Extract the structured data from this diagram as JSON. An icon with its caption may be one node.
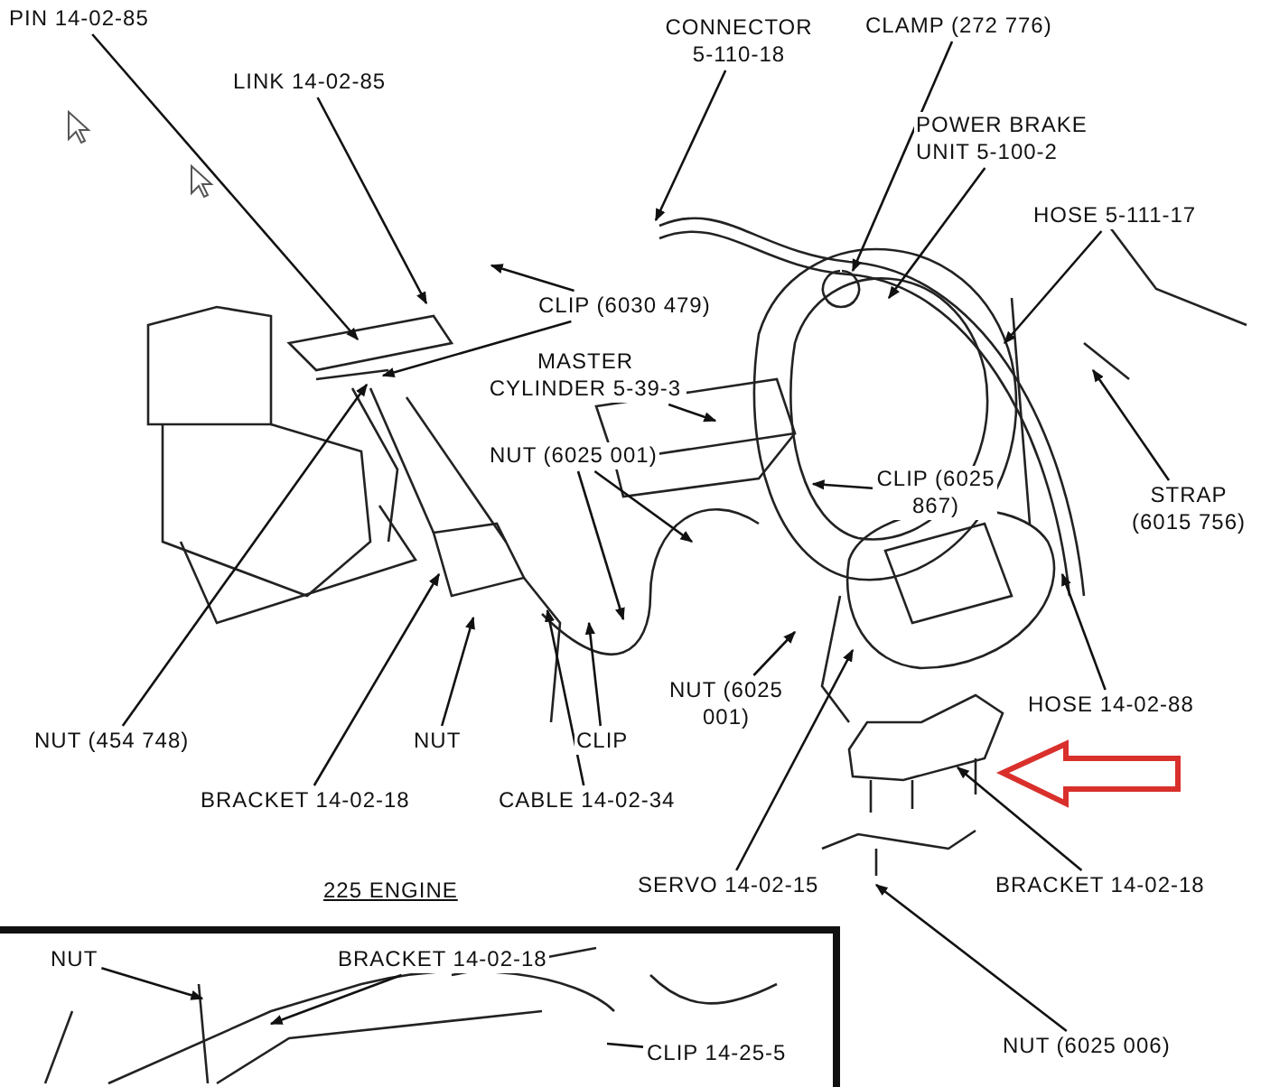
{
  "diagram": {
    "nodes": [
      {
        "text": [
          "PIN 14-02-85"
        ]
      },
      {
        "text": [
          "LINK 14-02-85"
        ]
      },
      {
        "text": [
          "CONNECTOR 5-110-18"
        ]
      },
      {
        "text": [
          "CLAMP (272 776)"
        ]
      },
      {
        "text": [
          "POWER BRAKE UNIT 5-100-2"
        ]
      },
      {
        "text": [
          "HOSE 5-111-17"
        ]
      },
      {
        "text": [
          "CLIP (6030 479)"
        ]
      },
      {
        "text": [
          "MASTER CYLINDER 5-39-3"
        ]
      },
      {
        "text": [
          "NUT (6025 001)"
        ]
      },
      {
        "text": [
          "CLIP (6025 867)"
        ]
      },
      {
        "text": [
          "STRAP (6015 756)"
        ]
      },
      {
        "text": [
          "HOSE 14-02-88"
        ]
      },
      {
        "text": [
          "NUT (6025 001)"
        ]
      },
      {
        "text": [
          "NUT (454 748)"
        ]
      },
      {
        "text": [
          "NUT"
        ]
      },
      {
        "text": [
          "CLIP"
        ]
      },
      {
        "text": [
          "BRACKET 14-02-18"
        ]
      },
      {
        "text": [
          "CABLE 14-02-34"
        ]
      },
      {
        "text": [
          "SERVO 14-02-15"
        ]
      },
      {
        "text": [
          "BRACKET 14-02-18"
        ]
      },
      {
        "text": [
          "225 ENGINE"
        ]
      },
      {
        "text": [],
        "shape": "box"
      },
      {
        "text": [
          "NUT"
        ],
        "in": 21
      },
      {
        "text": [
          "BRACKET 14-02-18"
        ],
        "in": 21
      },
      {
        "text": [
          "CLIP 14-25-5"
        ],
        "in": 21
      },
      {
        "text": [
          "NUT (6025 006)"
        ]
      }
    ],
    "edges": [
      {
        "from": 0,
        "to": null,
        "arrow": "to"
      },
      {
        "from": 1,
        "to": null,
        "arrow": "to"
      },
      {
        "from": 2,
        "to": null,
        "arrow": "to"
      },
      {
        "from": 3,
        "to": null,
        "arrow": "to"
      },
      {
        "from": 4,
        "to": null,
        "arrow": "to"
      },
      {
        "from": 5,
        "to": null,
        "arrow": "to"
      },
      {
        "from": 6,
        "to": null,
        "arrow": "to"
      },
      {
        "from": 6,
        "to": null,
        "arrow": "to"
      },
      {
        "from": 7,
        "to": null,
        "arrow": "to"
      },
      {
        "from": 8,
        "to": null,
        "arrow": "to"
      },
      {
        "from": 8,
        "to": null,
        "arrow": "to"
      },
      {
        "from": 9,
        "to": null,
        "arrow": "to"
      },
      {
        "from": 10,
        "to": null,
        "arrow": "to"
      },
      {
        "from": 11,
        "to": null,
        "arrow": "to"
      },
      {
        "from": 12,
        "to": null,
        "arrow": "to"
      },
      {
        "from": 13,
        "to": null,
        "arrow": "to"
      },
      {
        "from": 14,
        "to": null,
        "arrow": "to"
      },
      {
        "from": 15,
        "to": null,
        "arrow": "to"
      },
      {
        "from": 16,
        "to": null,
        "arrow": "to"
      },
      {
        "from": 17,
        "to": null,
        "arrow": "to"
      },
      {
        "from": 18,
        "to": null,
        "arrow": "to"
      },
      {
        "from": 19,
        "to": null,
        "arrow": "to"
      },
      {
        "from": 22,
        "to": null,
        "arrow": "to"
      },
      {
        "from": 23,
        "to": null,
        "arrow": "to"
      },
      {
        "from": 24,
        "to": null,
        "arrow": "none"
      },
      {
        "from": 25,
        "to": null,
        "arrow": "to"
      }
    ]
  }
}
